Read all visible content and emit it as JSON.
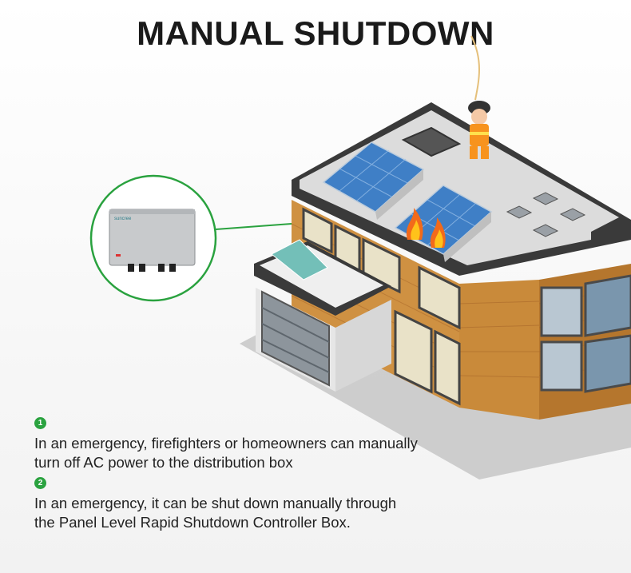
{
  "title": "MANUAL SHUTDOWN",
  "device_brand": "suncree",
  "notes": [
    {
      "number": "1",
      "text": "In an emergency, firefighters or homeowners can manually turn off AC power to the distribution box"
    },
    {
      "number": "2",
      "text": "In an emergency, it can be shut down manually through the Panel Level Rapid Shutdown Controller Box."
    }
  ],
  "colors": {
    "accent_green": "#2aa23f",
    "roof": "#dcdcdc",
    "brick": "#c98a3a",
    "panel": "#3f7fc6",
    "fire": "#f26a1b"
  }
}
